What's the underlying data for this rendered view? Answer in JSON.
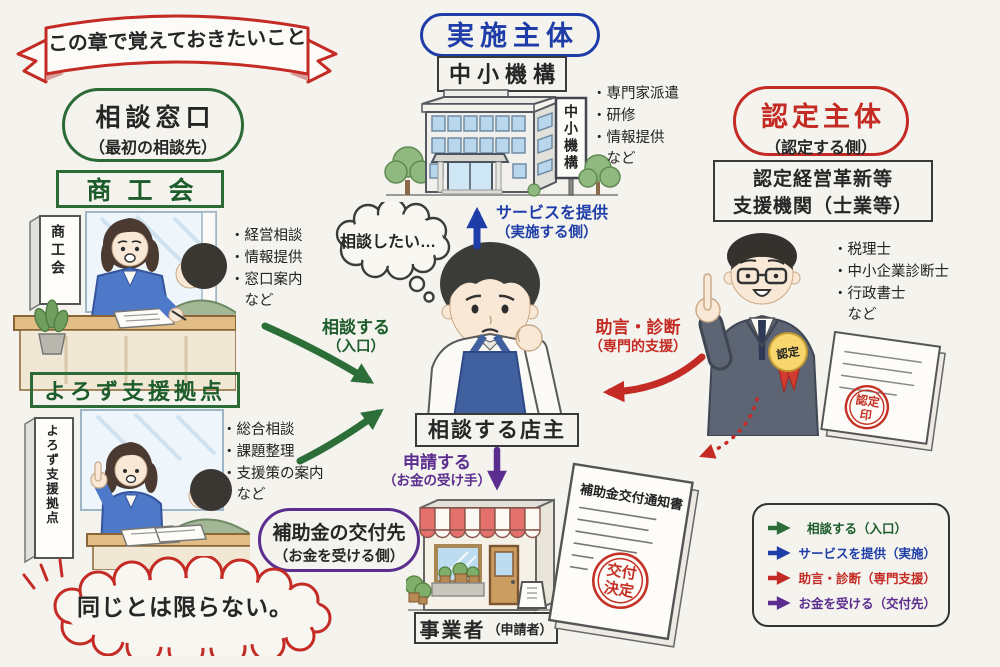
{
  "colors": {
    "red": "#c42b24",
    "green": "#2c6b36",
    "blue": "#1f3da8",
    "purple": "#5b2d8e",
    "ink": "#262626",
    "paper": "#f4f3ee"
  },
  "banner": {
    "title": "この章で覚えておきたいこと"
  },
  "consult_window": {
    "title": "相談窓口",
    "subtitle": "（最初の相談先）"
  },
  "shokokai": {
    "label": "商工会",
    "sign": "商工会",
    "bullets": [
      "・経営相談",
      "・情報提供",
      "・窓口案内",
      "　など"
    ]
  },
  "yorozu": {
    "label": "よろず支援拠点",
    "sign": "よろず支援拠点",
    "bullets": [
      "・総合相談",
      "・課題整理",
      "・支援策の案内",
      "　など"
    ]
  },
  "note": {
    "text": "同じとは限らない。"
  },
  "implementer": {
    "title": "実施主体",
    "org": "中小機構",
    "building_sign": "中小機構",
    "bullets": [
      "・専門家派遣",
      "・研修",
      "・情報提供",
      "　など"
    ]
  },
  "certifier": {
    "title": "認定主体",
    "subtitle": "（認定する側）",
    "org_line1": "認定経営革新等",
    "org_line2": "支援機関（士業等）",
    "badge": "認定",
    "bullets": [
      "・税理士",
      "・中小企業診断士",
      "・行政書士",
      "　など"
    ],
    "seal_top": "認定",
    "seal_bottom": "印"
  },
  "owner": {
    "thought": "相談したい…",
    "label": "相談する店主"
  },
  "flows": {
    "consult": {
      "line1": "相談する",
      "line2": "（入口）"
    },
    "service": {
      "line1": "サービスを提供",
      "line2": "（実施する側）"
    },
    "advice": {
      "line1": "助言・診断",
      "line2": "（専門的支援）"
    },
    "apply": {
      "line1": "申請する",
      "line2": "（お金の受け手）"
    }
  },
  "grant": {
    "title": "補助金の交付先",
    "subtitle": "（お金を受ける側）",
    "doc_title": "補助金交付通知書",
    "seal_top": "交付",
    "seal_bottom": "決定",
    "store_label": "事業者",
    "store_note": "（申請者）"
  },
  "legend": {
    "items": [
      {
        "color": "#2c6b36",
        "label": "相談する（入口）"
      },
      {
        "color": "#1f3da8",
        "label": "サービスを提供（実施）"
      },
      {
        "color": "#c42b24",
        "label": "助言・診断（専門支援）"
      },
      {
        "color": "#5b2d8e",
        "label": "お金を受ける（交付先）"
      }
    ]
  }
}
